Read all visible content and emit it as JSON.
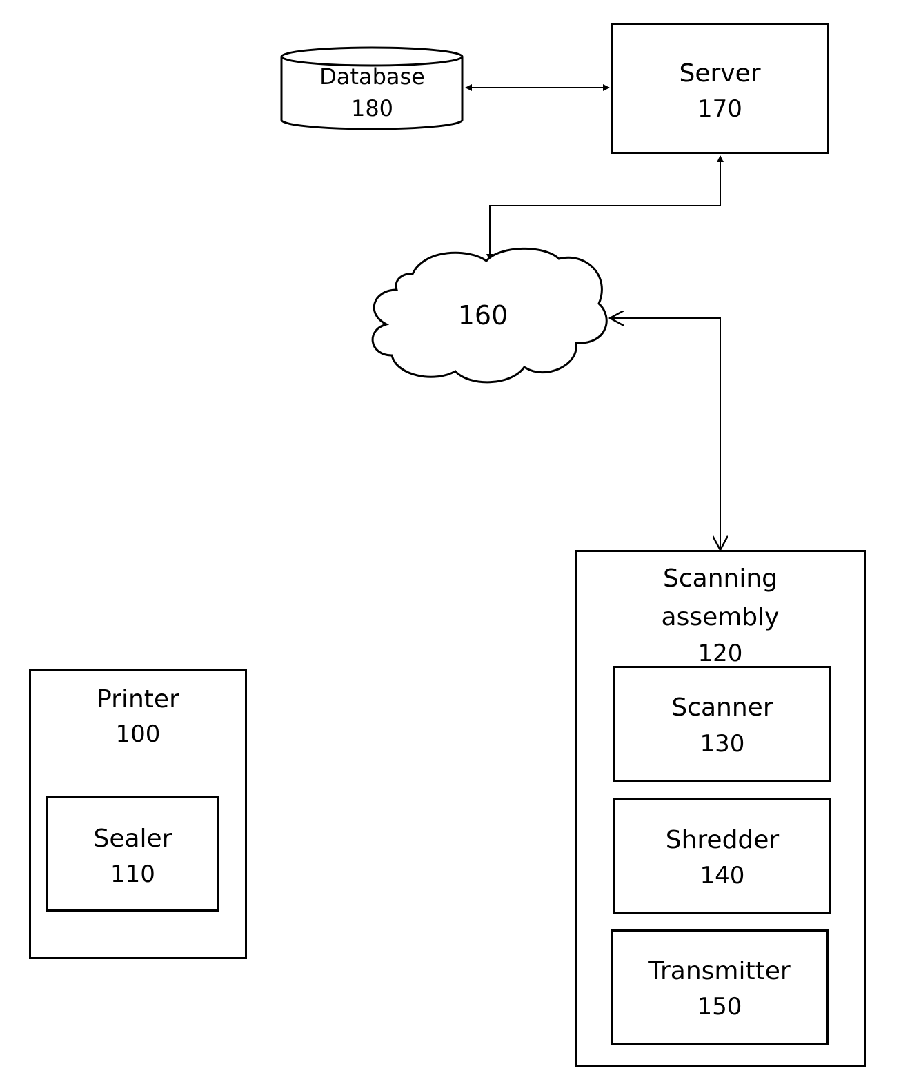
{
  "server": {
    "name": "Server",
    "number": "170"
  },
  "database": {
    "name": "Database",
    "number": "180"
  },
  "network": {
    "number": "160"
  },
  "scanning_assembly": {
    "name_line1": "Scanning",
    "name_line2": "assembly",
    "number": "120"
  },
  "scanner": {
    "name": "Scanner",
    "number": "130"
  },
  "shredder": {
    "name": "Shredder",
    "number": "140"
  },
  "transmitter": {
    "name": "Transmitter",
    "number": "150"
  },
  "printer": {
    "name": "Printer",
    "number": "100"
  },
  "sealer": {
    "name": "Sealer",
    "number": "110"
  }
}
